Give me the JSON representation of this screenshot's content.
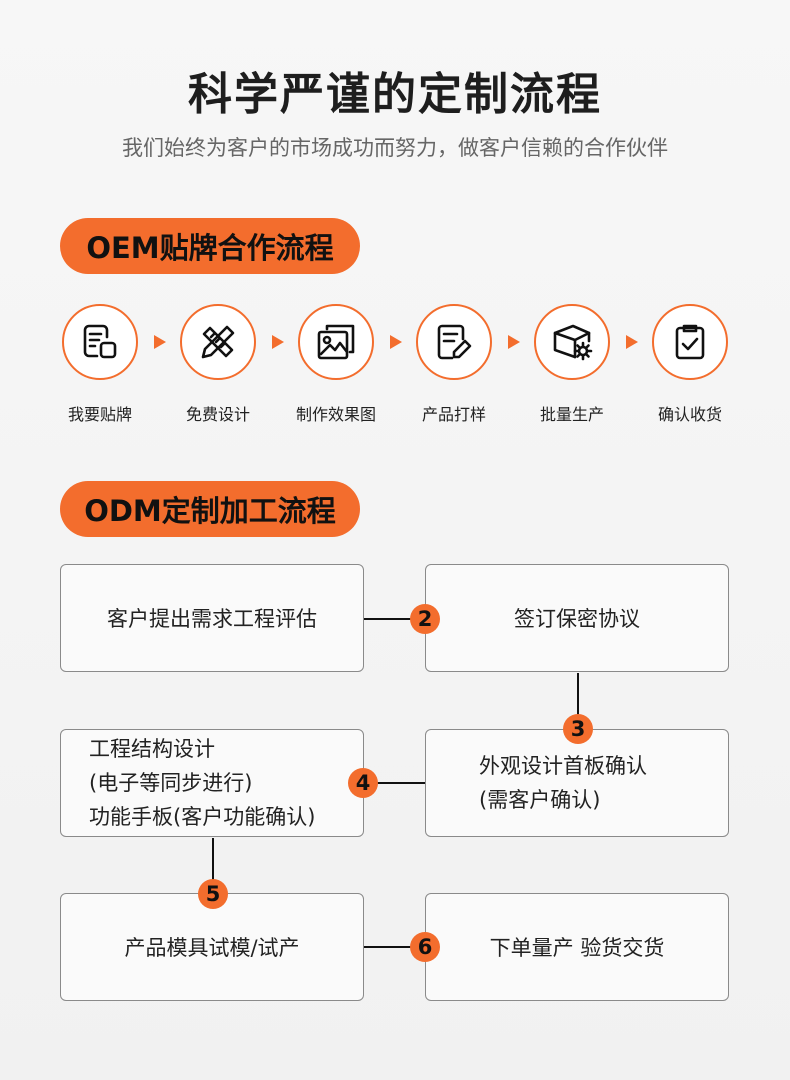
{
  "header": {
    "title": "科学严谨的定制流程",
    "subtitle": "我们始终为客户的市场成功而努力，做客户信赖的合作伙伴"
  },
  "oem": {
    "heading": "OEM贴牌合作流程",
    "steps": [
      {
        "label": "我要贴牌",
        "icon": "document-request-icon"
      },
      {
        "label": "免费设计",
        "icon": "design-pencil-ruler-icon"
      },
      {
        "label": "制作效果图",
        "icon": "image-gallery-icon"
      },
      {
        "label": "产品打样",
        "icon": "sample-edit-icon"
      },
      {
        "label": "批量生产",
        "icon": "box-gear-icon"
      },
      {
        "label": "确认收货",
        "icon": "clipboard-check-icon"
      }
    ]
  },
  "odm": {
    "heading": "ODM定制加工流程",
    "boxes": {
      "b1": "客户提出需求工程评估",
      "b2": "签订保密协议",
      "b3_line1": "外观设计首板确认",
      "b3_line2": "(需客户确认)",
      "b4_line1": "工程结构设计",
      "b4_line2": "(电子等同步进行)",
      "b4_line3": "功能手板(客户功能确认)",
      "b5": "产品模具试模/试产",
      "b6": "下单量产 验货交货"
    },
    "badges": [
      "2",
      "3",
      "4",
      "5",
      "6"
    ]
  },
  "colors": {
    "accent": "#f36d2d",
    "text": "#222222",
    "border": "#8a8a8a"
  }
}
